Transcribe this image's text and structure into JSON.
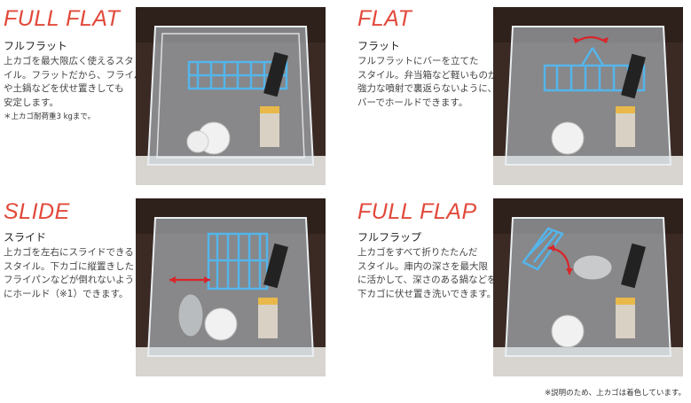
{
  "accent_color": "#e2493b",
  "modes": [
    {
      "title": "FULL FLAT",
      "subtitle": "フルフラット",
      "description_lines": [
        "上カゴを最大限広く使えるスタ",
        "イル。フラットだから、フライパン",
        "や土鍋などを伏せ置きしても",
        "安定します。"
      ],
      "note": "＊上カゴ耐荷重3 kgまで。"
    },
    {
      "title": "FLAT",
      "subtitle": "フラット",
      "description_lines": [
        "フルフラットにバーを立てた",
        "スタイル。弁当箱など軽いものが",
        "強力な噴射で裏返らないように、",
        "バーでホールドできます。"
      ]
    },
    {
      "title": "SLIDE",
      "subtitle": "スライド",
      "description_lines": [
        "上カゴを左右にスライドできる",
        "スタイル。下カゴに縦置きした",
        "フライパンなどが倒れないよう",
        "にホールド（※1）できます。"
      ]
    },
    {
      "title": "FULL FLAP",
      "subtitle": "フルフラップ",
      "description_lines": [
        "上カゴをすべて折りたたんだ",
        "スタイル。庫内の深さを最大限",
        "に活かして、深さのある鍋などを",
        "下カゴに伏せ置き洗いできます。"
      ]
    }
  ],
  "footnote": "※説明のため、上カゴは着色しています。"
}
